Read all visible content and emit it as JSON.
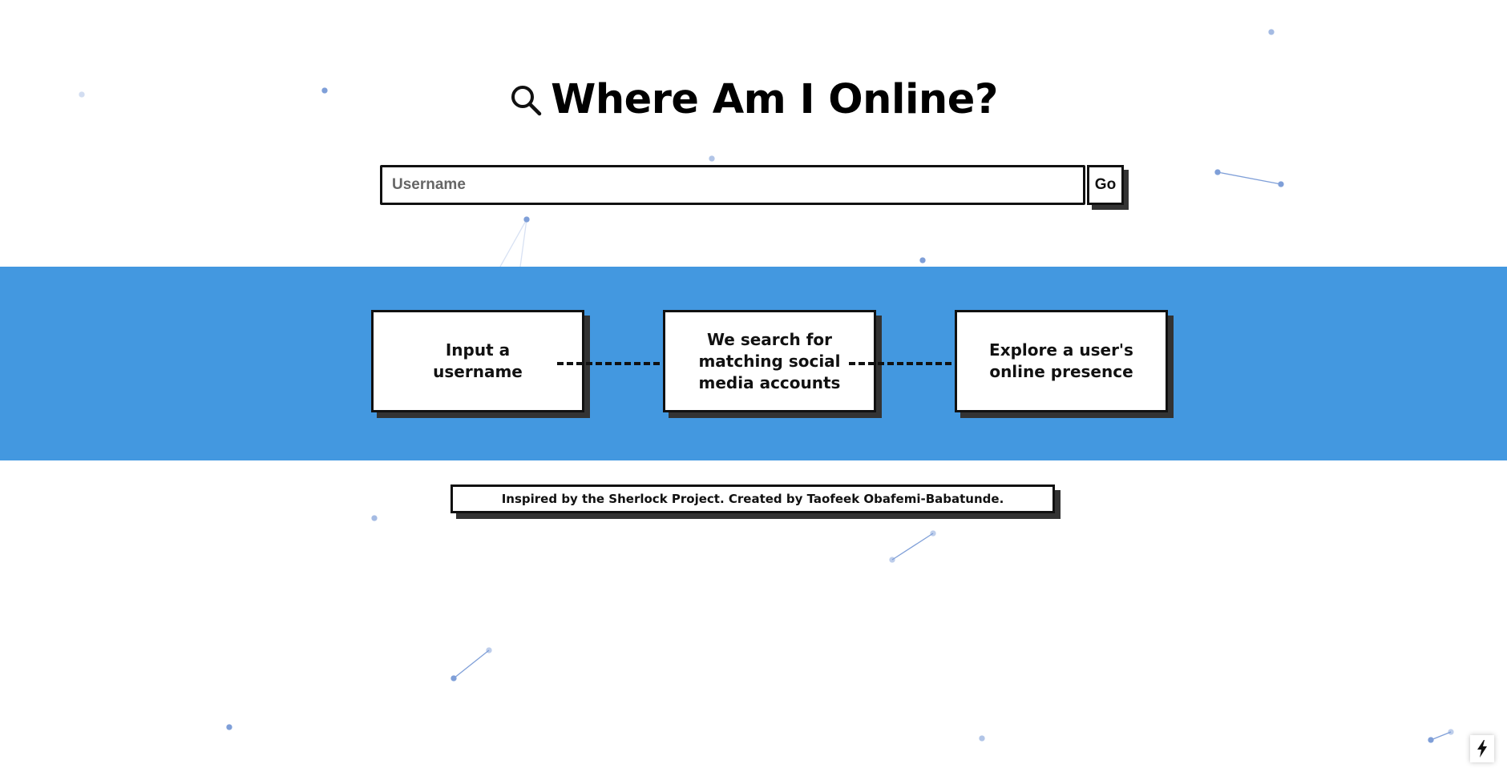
{
  "header": {
    "title": "Where Am I Online?",
    "icon": "search-icon"
  },
  "search": {
    "placeholder": "Username",
    "value": "",
    "go_label": "Go"
  },
  "steps": [
    {
      "label": "Input a username"
    },
    {
      "label": "We search for matching social media accounts"
    },
    {
      "label": "Explore a user's online presence"
    }
  ],
  "footer": {
    "text": "Inspired by the Sherlock Project. Created by Taofeek Obafemi-Babatunde."
  },
  "floating_button": {
    "icon": "lightning-bolt-icon"
  },
  "colors": {
    "band": "#4398e0",
    "particles": "#7f9fd8",
    "border": "#111111",
    "shadow": "#333333"
  }
}
